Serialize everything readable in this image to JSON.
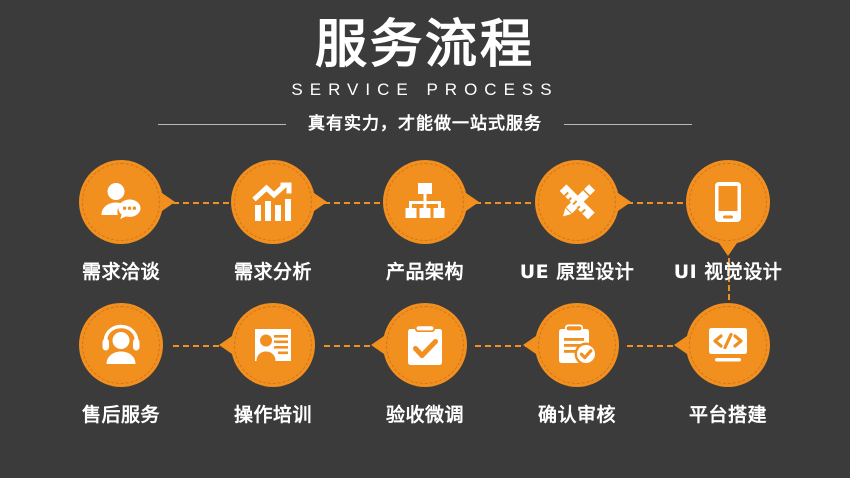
{
  "page": {
    "background_color": "#3b3b3b",
    "accent_color": "#f18f1f",
    "text_color": "#ffffff"
  },
  "header": {
    "title_cn": "服务流程",
    "title_en": "SERVICE PROCESS",
    "subhead": "真有实力，才能做一站式服务"
  },
  "flow": {
    "row1": [
      {
        "label": "需求洽谈",
        "icon": "person-chat-icon"
      },
      {
        "label": "需求分析",
        "icon": "bar-chart-growth-icon"
      },
      {
        "label": "产品架构",
        "icon": "hierarchy-icon"
      },
      {
        "label": "UE 原型设计",
        "icon": "pencil-ruler-icon"
      },
      {
        "label": "UI 视觉设计",
        "icon": "mobile-device-icon"
      }
    ],
    "row2": [
      {
        "label": "售后服务",
        "icon": "headset-support-icon"
      },
      {
        "label": "操作培训",
        "icon": "presentation-training-icon"
      },
      {
        "label": "验收微调",
        "icon": "clipboard-check-icon"
      },
      {
        "label": "确认审核",
        "icon": "clipboard-verified-icon"
      },
      {
        "label": "平台搭建",
        "icon": "code-monitor-icon"
      }
    ]
  }
}
